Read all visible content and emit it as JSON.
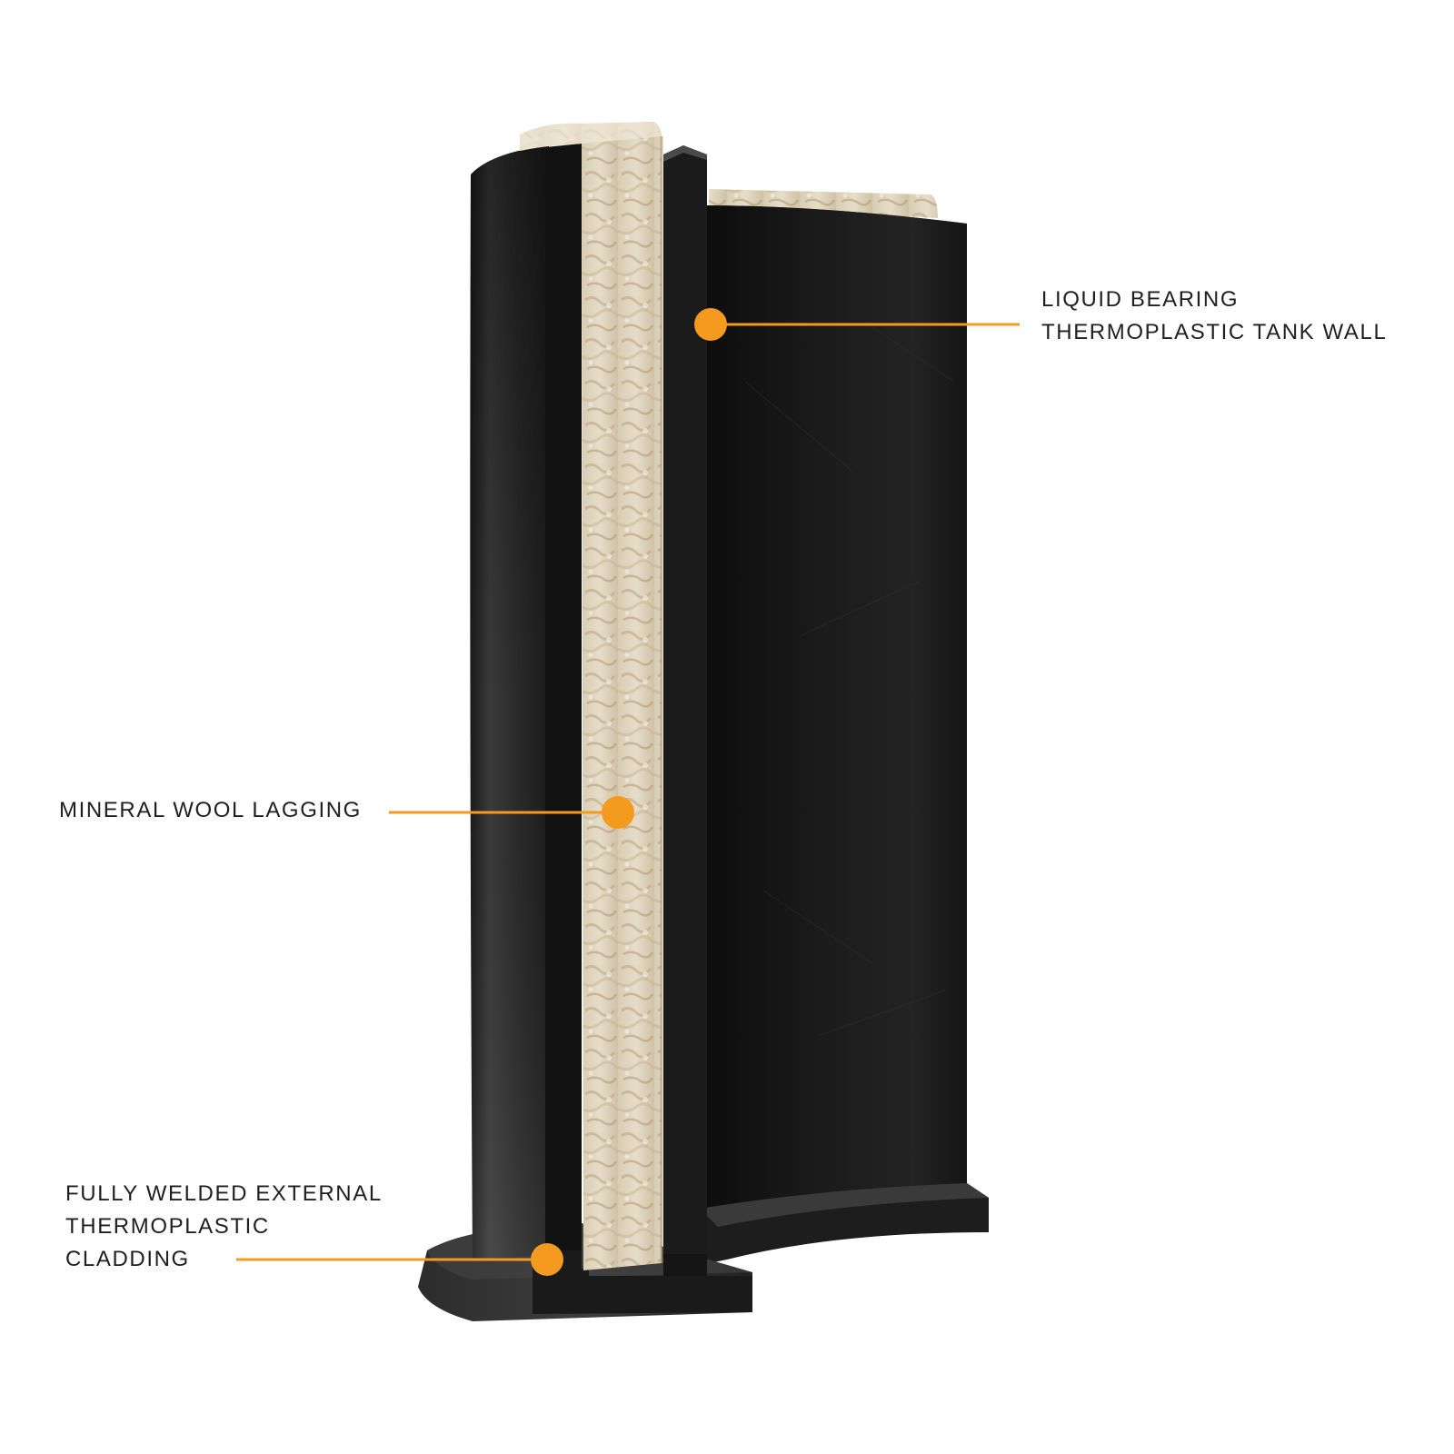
{
  "callouts": {
    "tank_wall": {
      "lines": [
        "LIQUID BEARING",
        "THERMOPLASTIC TANK WALL"
      ]
    },
    "lagging": {
      "lines": [
        "MINERAL WOOL LAGGING"
      ]
    },
    "cladding": {
      "lines": [
        "FULLY WELDED EXTERNAL",
        "THERMOPLASTIC",
        "CLADDING"
      ]
    }
  },
  "colors": {
    "accent": "#f39a1f",
    "cladding": "#262626",
    "tank_wall": "#141414",
    "wool": "#d9cdb6",
    "label_text": "#1f1f1f",
    "background": "#ffffff"
  }
}
